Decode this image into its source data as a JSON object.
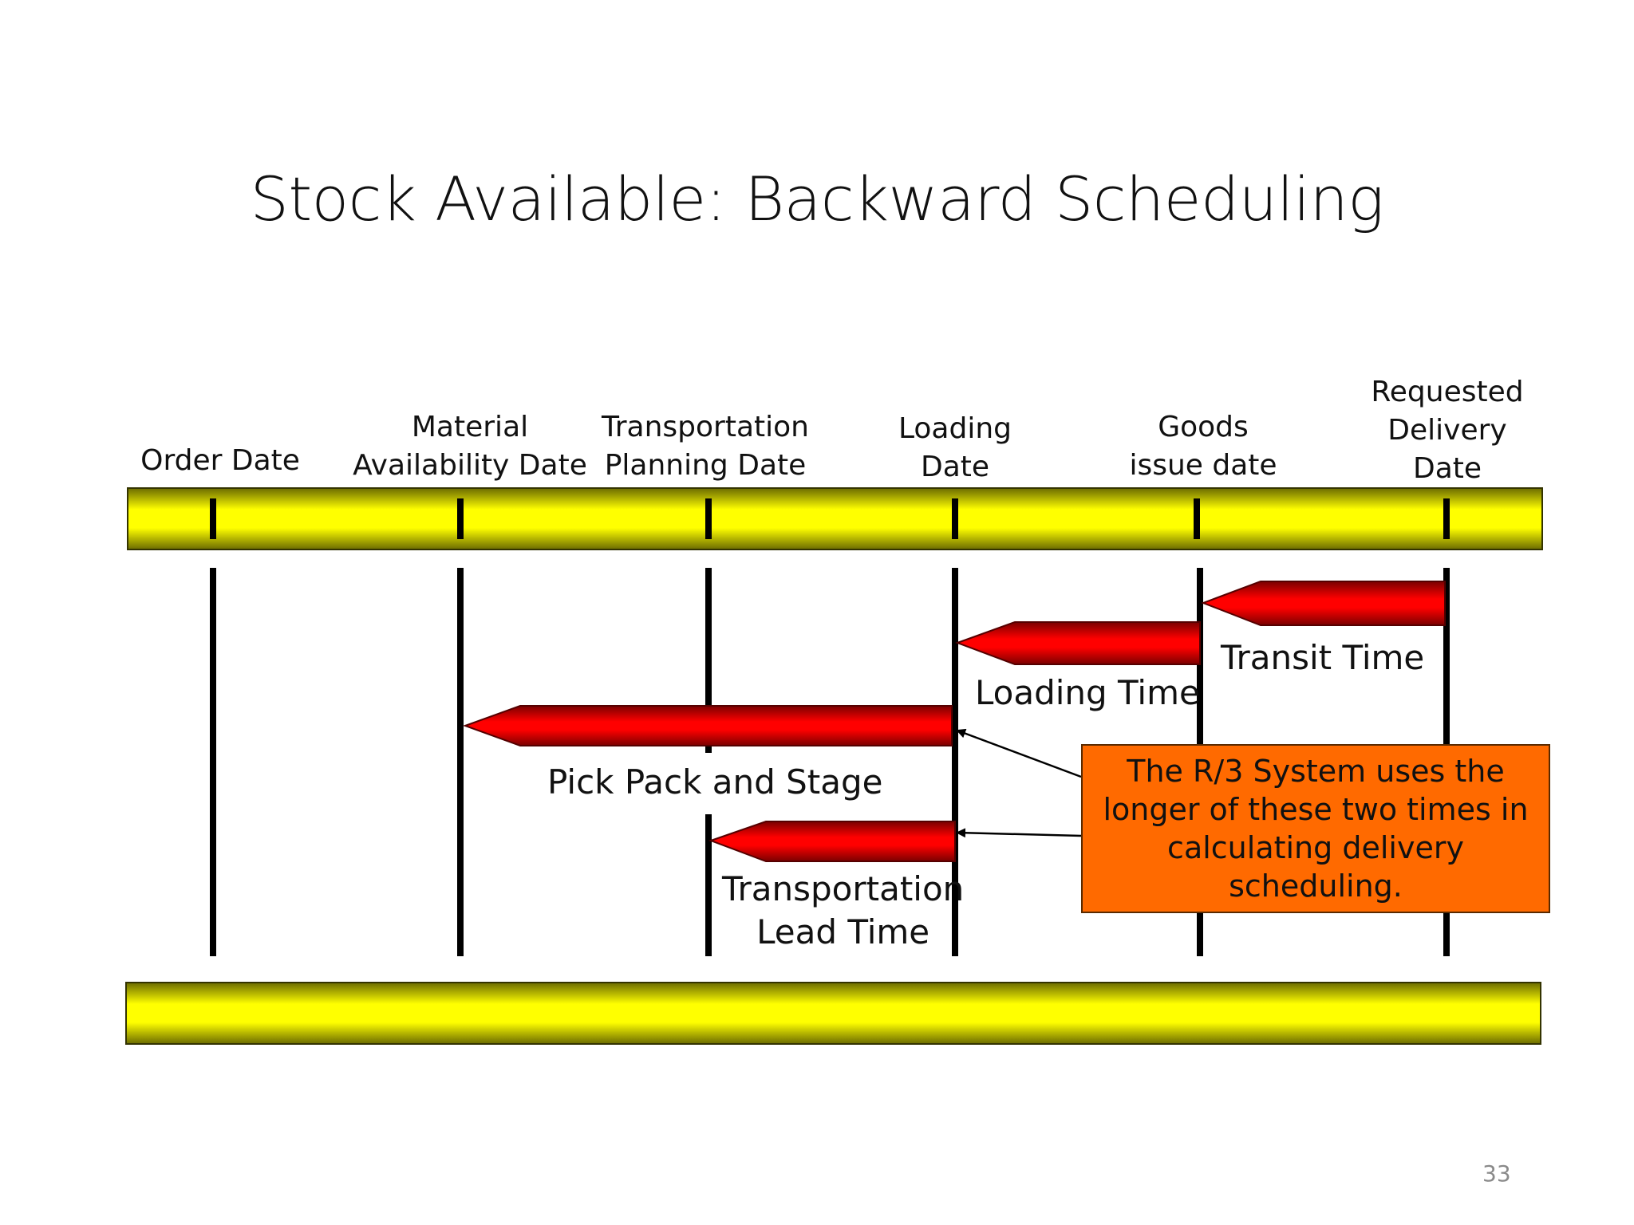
{
  "slide": {
    "title": "Stock Available:  Backward Scheduling",
    "page_number": "33"
  },
  "dates": [
    {
      "label": "Order Date"
    },
    {
      "label": "Material\nAvailability Date"
    },
    {
      "label": "Transportation\nPlanning Date"
    },
    {
      "label": "Loading\nDate"
    },
    {
      "label": "Goods\nissue date"
    },
    {
      "label": "Requested\nDelivery\nDate"
    }
  ],
  "intervals": {
    "transit_time": "Transit Time",
    "loading_time": "Loading Time",
    "pick_pack_stage": "Pick Pack and Stage",
    "transportation_lead_time": "Transportation\nLead Time"
  },
  "callout": {
    "text": "The  R/3 System uses the\nlonger of these two times in\ncalculating delivery scheduling."
  },
  "colors": {
    "timeline_bar": "#ffff00",
    "interval_arrow": "#ff0000",
    "callout_fill": "#ff6a00"
  }
}
